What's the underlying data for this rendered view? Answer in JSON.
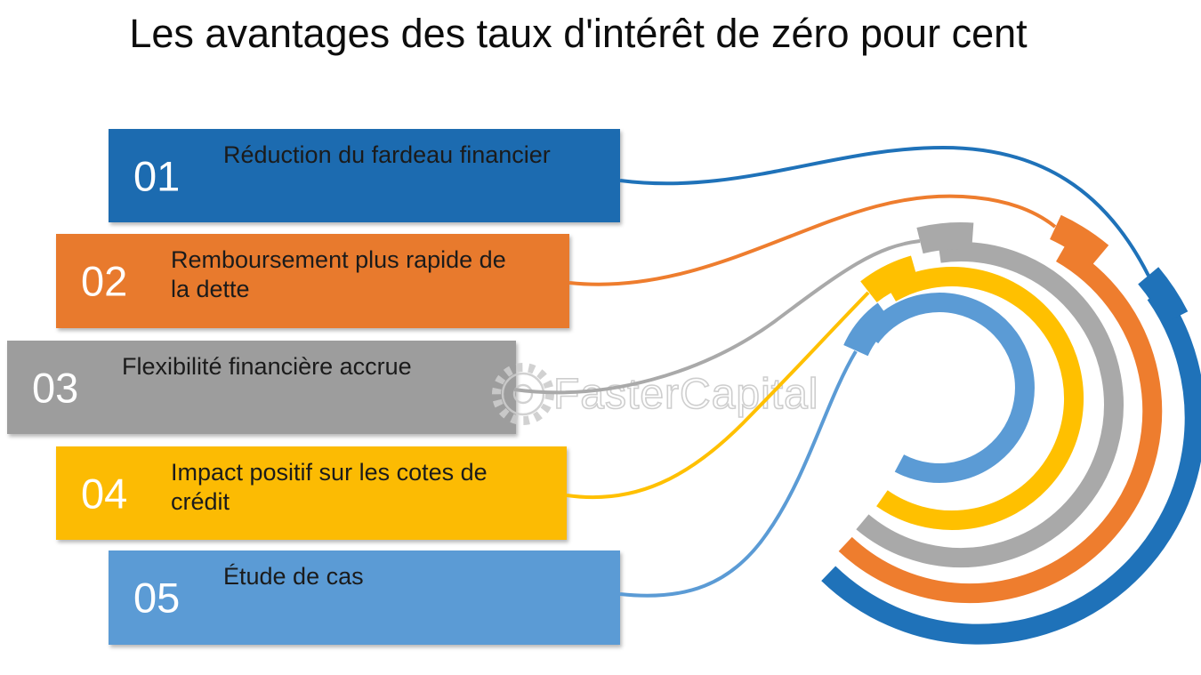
{
  "title": "Les avantages des taux d'intérêt de zéro pour cent",
  "watermark": {
    "text": "FasterCapital",
    "color": "#c9c9c9"
  },
  "bars": [
    {
      "number": "01",
      "label": "Réduction du fardeau financier",
      "color": "#1C6BB0"
    },
    {
      "number": "02",
      "label": "Remboursement plus rapide de la dette",
      "color": "#E87A2D"
    },
    {
      "number": "03",
      "label": "Flexibilité financière accrue",
      "color": "#9D9D9D"
    },
    {
      "number": "04",
      "label": "Impact positif sur les cotes de crédit",
      "color": "#FCBB03"
    },
    {
      "number": "05",
      "label": "Étude de cas",
      "color": "#5B9BD5"
    }
  ],
  "rings": [
    {
      "step": "01",
      "color": "#1F72B9"
    },
    {
      "step": "02",
      "color": "#EE7D2E"
    },
    {
      "step": "03",
      "color": "#A9A9A9"
    },
    {
      "step": "04",
      "color": "#FFC000"
    },
    {
      "step": "05",
      "color": "#5B9BD5"
    }
  ]
}
